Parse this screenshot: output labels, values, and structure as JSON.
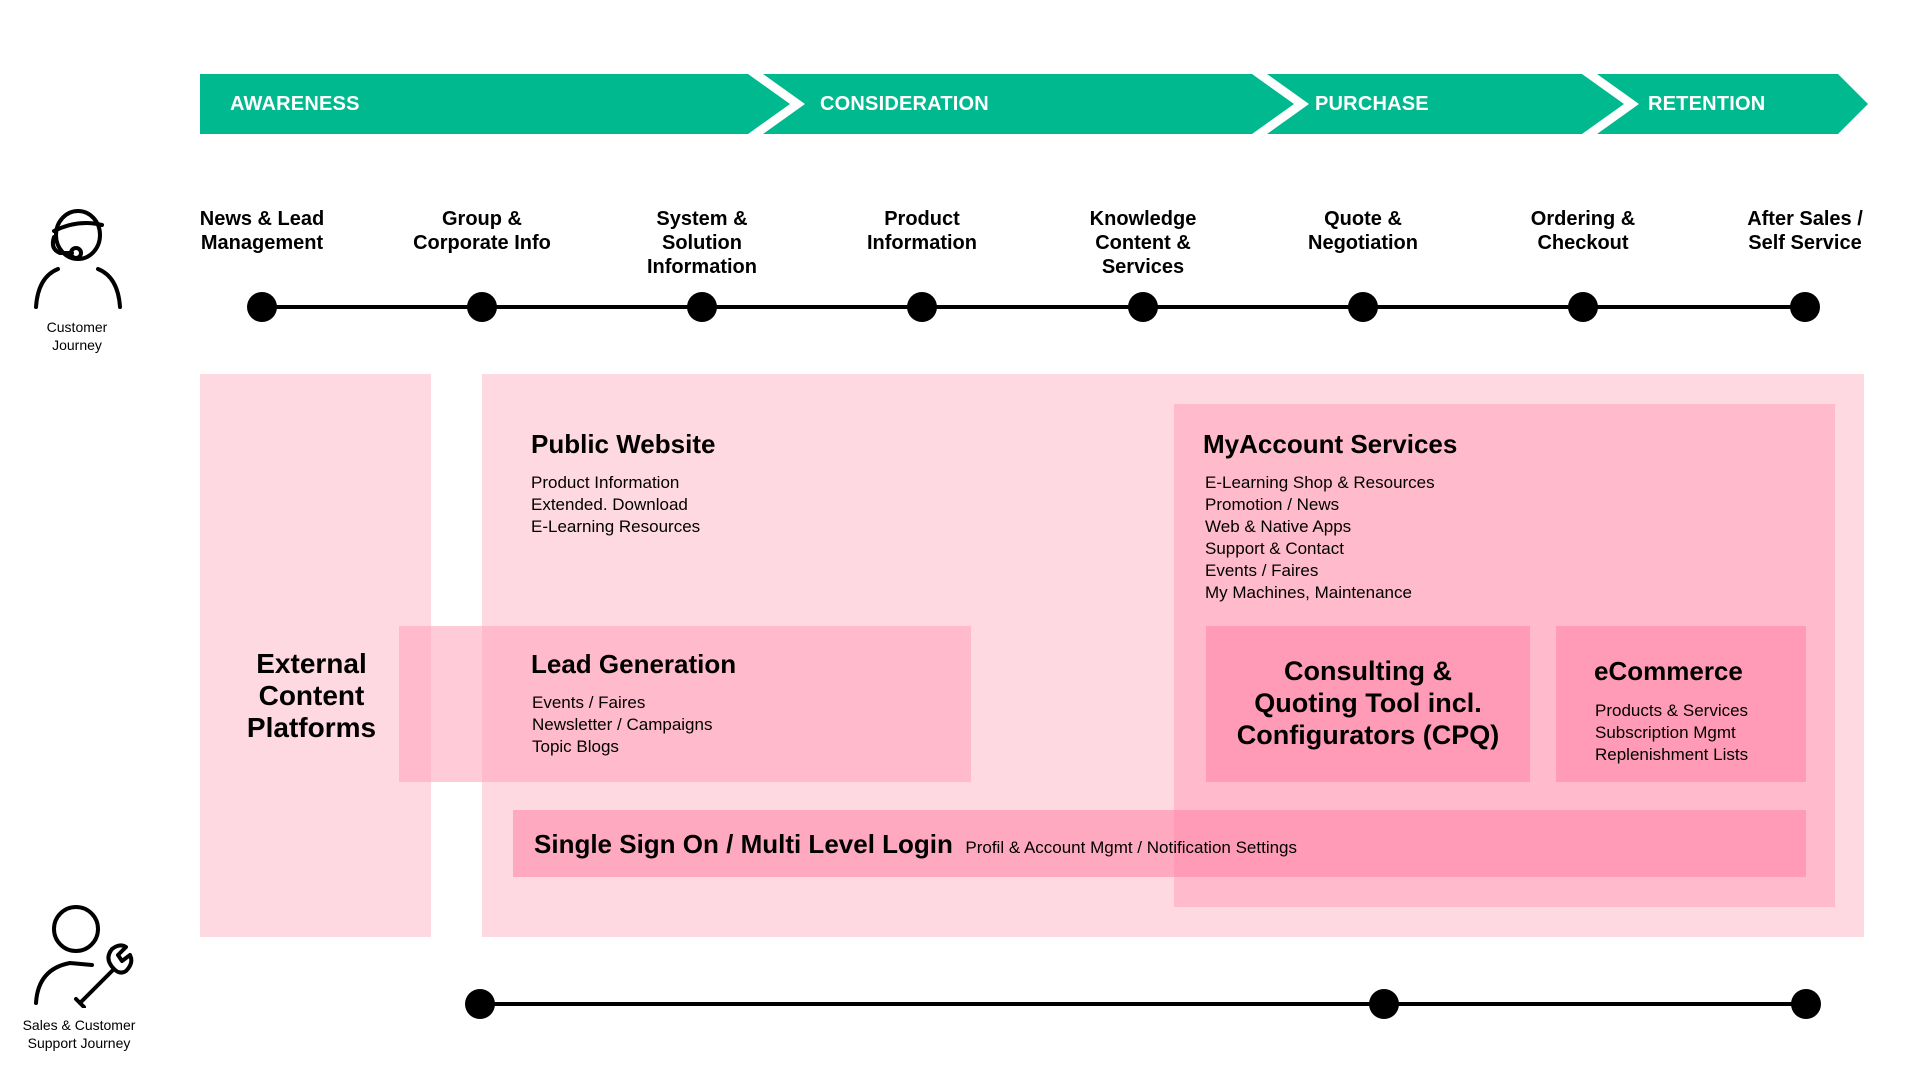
{
  "phases": [
    {
      "label": "AWARENESS"
    },
    {
      "label": "CONSIDERATION"
    },
    {
      "label": "PURCHASE"
    },
    {
      "label": "RETENTION"
    }
  ],
  "colors": {
    "phase_green": "#00b98e",
    "light_pink": "#fed9e1",
    "mid_pink": "#fdb5c6",
    "strong_pink": "#fc9db3"
  },
  "customer_journey": {
    "persona_label": "Customer\nJourney",
    "persona_icon": "customer-headset-icon",
    "stages": [
      {
        "label": "News & Lead\nManagement"
      },
      {
        "label": "Group &\nCorporate Info"
      },
      {
        "label": "System &\nSolution\nInformation"
      },
      {
        "label": "Product\nInformation"
      },
      {
        "label": "Knowledge\nContent &\nServices"
      },
      {
        "label": "Quote &\nNegotiation"
      },
      {
        "label": "Ordering &\nCheckout"
      },
      {
        "label": "After Sales /\nSelf Service"
      }
    ]
  },
  "external_platforms": {
    "title": "External\nContent\nPlatforms"
  },
  "public_website": {
    "title": "Public Website",
    "items": [
      "Product Information",
      "Extended. Download",
      "E-Learning Resources"
    ]
  },
  "lead_generation": {
    "title": "Lead Generation",
    "items": [
      "Events / Faires",
      "Newsletter / Campaigns",
      "Topic Blogs"
    ]
  },
  "myaccount": {
    "title": "MyAccount Services",
    "items": [
      "E-Learning Shop & Resources",
      "Promotion / News",
      "Web & Native Apps",
      "Support & Contact",
      "Events / Faires",
      "My Machines, Maintenance"
    ]
  },
  "cpq": {
    "title": "Consulting &\nQuoting Tool incl.\nConfigurators (CPQ)"
  },
  "ecommerce": {
    "title": "eCommerce",
    "items": [
      "Products & Services",
      "Subscription Mgmt",
      "Replenishment Lists"
    ]
  },
  "sso": {
    "title": "Single Sign On / Multi Level Login",
    "subtitle": "Profil & Account Mgmt / Notification Settings"
  },
  "support_journey": {
    "persona_label": "Sales & Customer\nSupport Journey",
    "persona_icon": "support-wrench-person-icon",
    "milestones": 3
  }
}
